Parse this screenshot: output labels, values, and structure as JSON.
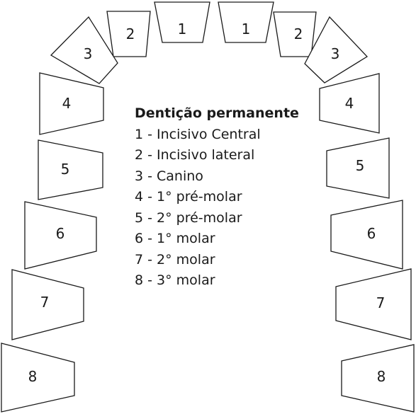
{
  "legend": {
    "title": "Dentição permanente",
    "items": [
      "1 - Incisivo Central",
      "2 - Incisivo lateral",
      "3 - Canino",
      "4 - 1° pré-molar",
      "5 - 2° pré-molar",
      "6 - 1° molar",
      "7 - 2° molar",
      "8 - 3° molar"
    ]
  },
  "teeth": [
    {
      "side": "left",
      "number": "1"
    },
    {
      "side": "left",
      "number": "2"
    },
    {
      "side": "left",
      "number": "3"
    },
    {
      "side": "left",
      "number": "4"
    },
    {
      "side": "left",
      "number": "5"
    },
    {
      "side": "left",
      "number": "6"
    },
    {
      "side": "left",
      "number": "7"
    },
    {
      "side": "left",
      "number": "8"
    },
    {
      "side": "right",
      "number": "1"
    },
    {
      "side": "right",
      "number": "2"
    },
    {
      "side": "right",
      "number": "3"
    },
    {
      "side": "right",
      "number": "4"
    },
    {
      "side": "right",
      "number": "5"
    },
    {
      "side": "right",
      "number": "6"
    },
    {
      "side": "right",
      "number": "7"
    },
    {
      "side": "right",
      "number": "8"
    }
  ]
}
